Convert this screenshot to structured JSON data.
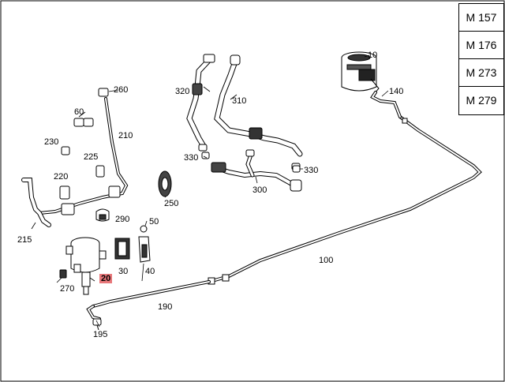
{
  "engine_models": [
    "M 157",
    "M 176",
    "M 273",
    "M 279"
  ],
  "highlight_color": "#e8777a",
  "part_labels": {
    "p10": "10",
    "p140": "140",
    "p100": "100",
    "p20": "20",
    "p30": "30",
    "p40": "40",
    "p50": "50",
    "p60": "60",
    "p190": "190",
    "p195": "195",
    "p210": "210",
    "p215": "215",
    "p220": "220",
    "p225": "225",
    "p230": "230",
    "p250": "250",
    "p260": "260",
    "p270": "270",
    "p290": "290",
    "p300": "300",
    "p310": "310",
    "p320": "320",
    "p330a": "330",
    "p330b": "330"
  }
}
